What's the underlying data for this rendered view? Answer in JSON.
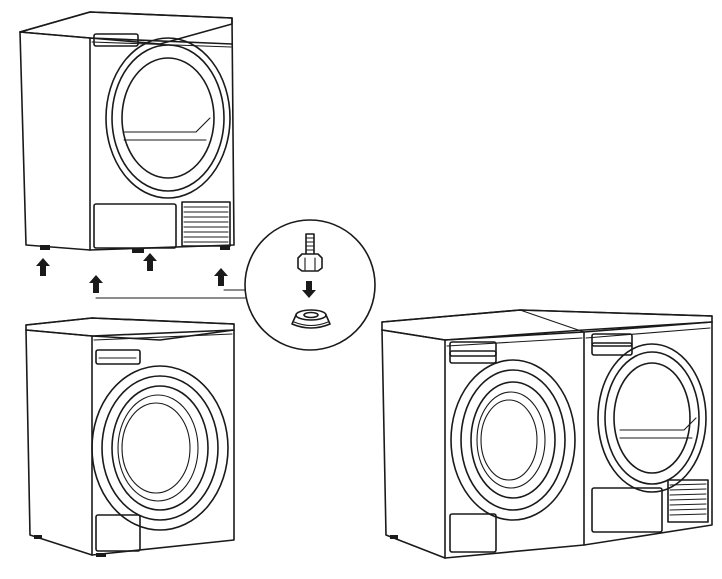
{
  "diagram": {
    "steps": [
      {
        "step": "lift-dryer",
        "arrow_direction": "up"
      },
      {
        "step": "attach-feet-adapter",
        "arrow_direction": "down"
      },
      {
        "step": "place-side-by-side"
      }
    ],
    "appliances": [
      {
        "name": "tumble-dryer",
        "role": "top"
      },
      {
        "name": "washing-machine",
        "role": "bottom"
      },
      {
        "name": "washing-machine",
        "role": "left"
      },
      {
        "name": "tumble-dryer",
        "role": "right"
      }
    ],
    "colors": {
      "line": "#1a1a1a",
      "background": "#ffffff"
    }
  }
}
